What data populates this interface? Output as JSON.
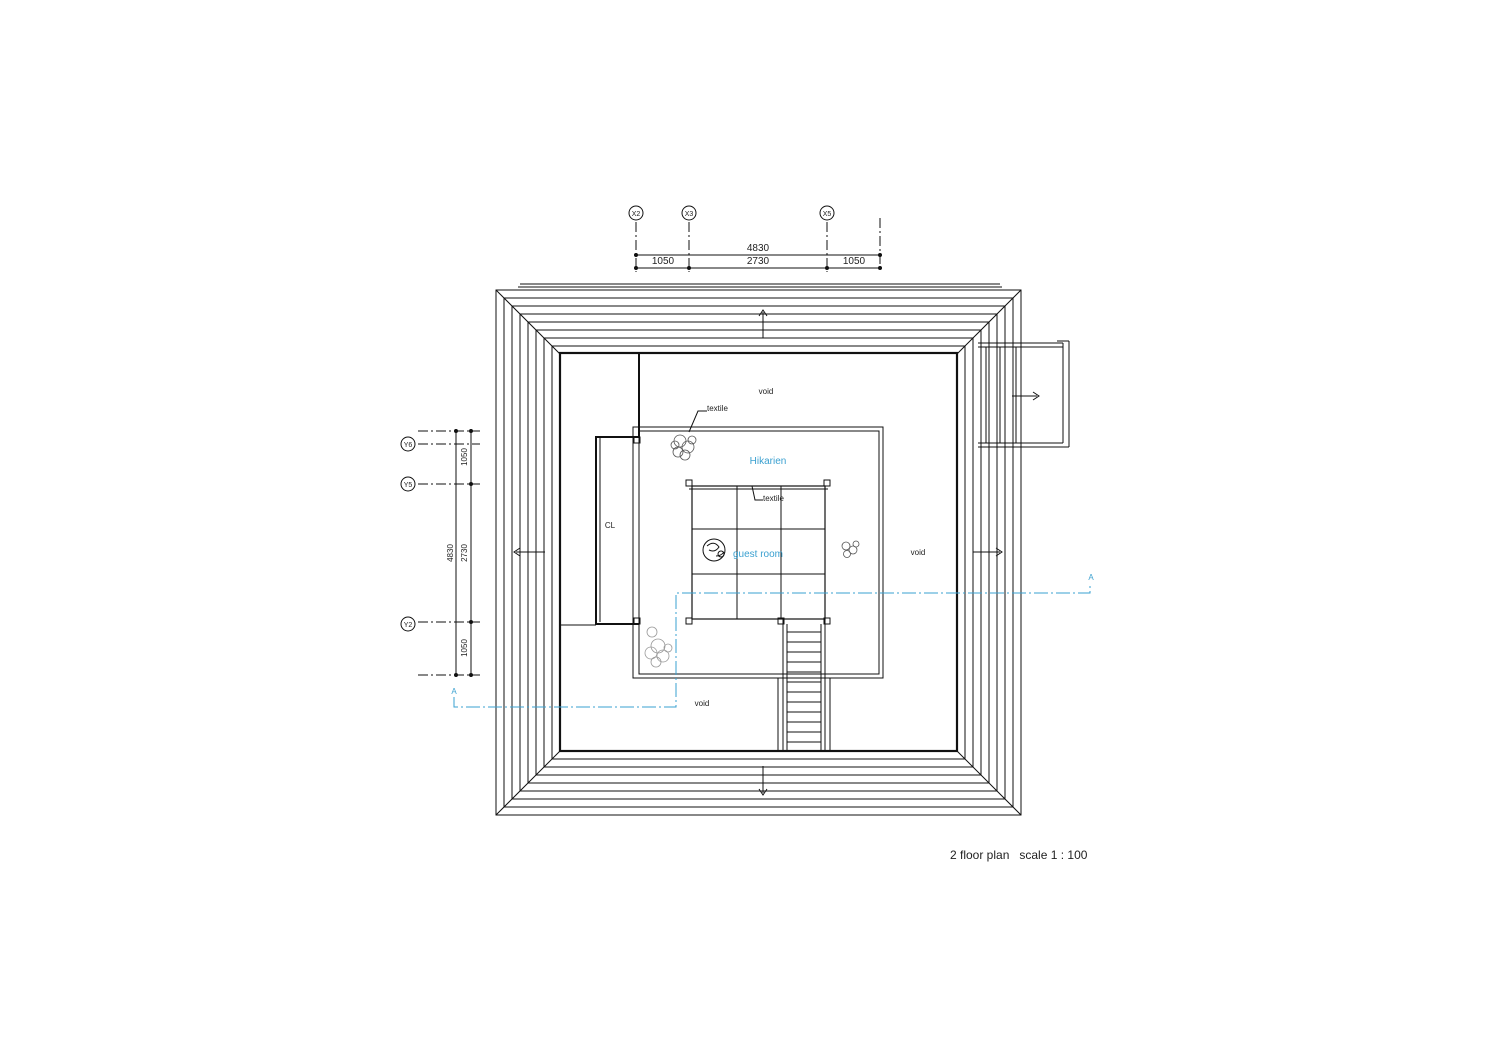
{
  "title": "2 floor plan   scale 1 : 100",
  "colors": {
    "line": "#111111",
    "accent": "#3aa0d0",
    "plant": "#555555"
  },
  "grid_axes": {
    "x": [
      "X2",
      "X3",
      "X5"
    ],
    "y": [
      "Y6",
      "Y5",
      "Y2"
    ]
  },
  "dimensions": {
    "top_total": "4830",
    "top_segments": [
      "1050",
      "2730",
      "1050"
    ],
    "left_total": "4830",
    "left_segments": [
      "1050",
      "2730",
      "1050"
    ]
  },
  "rooms": {
    "void_top": "void",
    "void_right": "void",
    "void_bottom": "void",
    "closet": "CL",
    "hikarien": "Hikarien",
    "guest_room": "guest room"
  },
  "notes": {
    "textile_1": "textile",
    "textile_2": "textile"
  },
  "section_marks": {
    "left": "A",
    "right": "A"
  }
}
